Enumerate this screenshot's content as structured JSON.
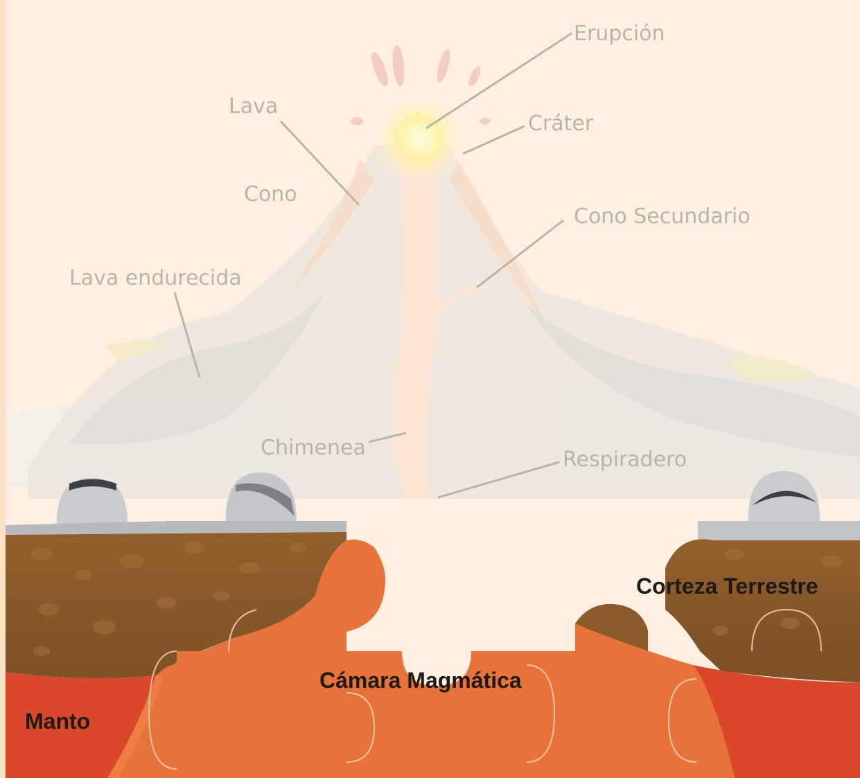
{
  "labels": {
    "erupcion": "Erupción",
    "lava": "Lava",
    "crater": "Cráter",
    "cono": "Cono",
    "cono_secundario": "Cono Secundario",
    "lava_endurecida": "Lava endurecida",
    "chimenea": "Chimenea",
    "respiradero": "Respiradero",
    "corteza_terrestre": "Corteza Terrestre",
    "camara_magmatica": "Cámara Magmática",
    "manto": "Manto"
  },
  "colors": {
    "background": "#fdf0e2",
    "crust": "#8a5a2a",
    "magma": "#e8733a",
    "mantle": "#d9482a",
    "rock_gray": "#c9cbce",
    "faded_text": "#b9b3ad",
    "bold_text": "#1d1a17"
  }
}
